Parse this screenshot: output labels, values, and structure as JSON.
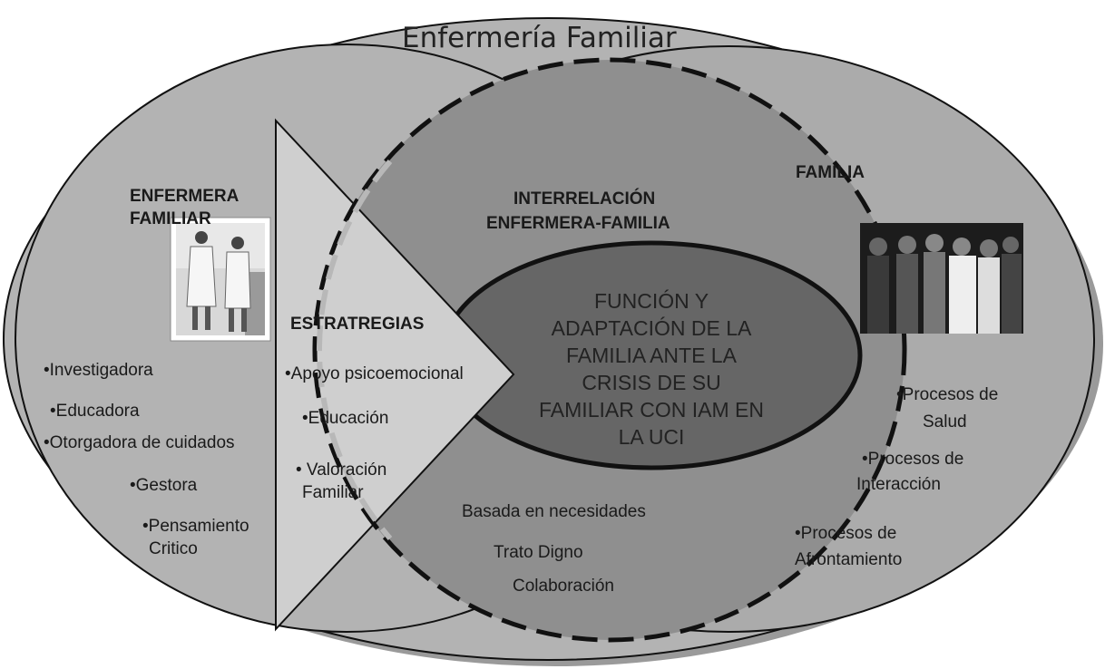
{
  "title": "Enfermería Familiar",
  "nurse": {
    "heading": [
      "ENFERMERA",
      "FAMILIAR"
    ],
    "roles": [
      "•Investigadora",
      "•Educadora",
      "•Otorgadora de cuidados",
      "•Gestora",
      "•Pensamiento",
      "Critico"
    ]
  },
  "strategies": {
    "heading": "ESTRATREGIAS",
    "items": [
      "•Apoyo psicoemocional",
      "•Educación",
      "• Valoración",
      "Familiar"
    ]
  },
  "interrelation": {
    "heading": [
      "INTERRELACIÓN",
      "ENFERMERA-FAMILIA"
    ],
    "items": [
      "Basada en necesidades",
      "Trato Digno",
      "Colaboración"
    ]
  },
  "center": {
    "lines": [
      "FUNCIÓN Y",
      "ADAPTACIÓN DE LA",
      "FAMILIA ANTE LA",
      "CRISIS DE SU",
      "FAMILIAR CON IAM EN",
      "LA UCI"
    ]
  },
  "family": {
    "heading": "FAMILIA",
    "items": [
      "•Procesos de",
      "Salud",
      "•Procesos de",
      "Interacción",
      "•Procesos de",
      "Afrontamiento"
    ]
  }
}
